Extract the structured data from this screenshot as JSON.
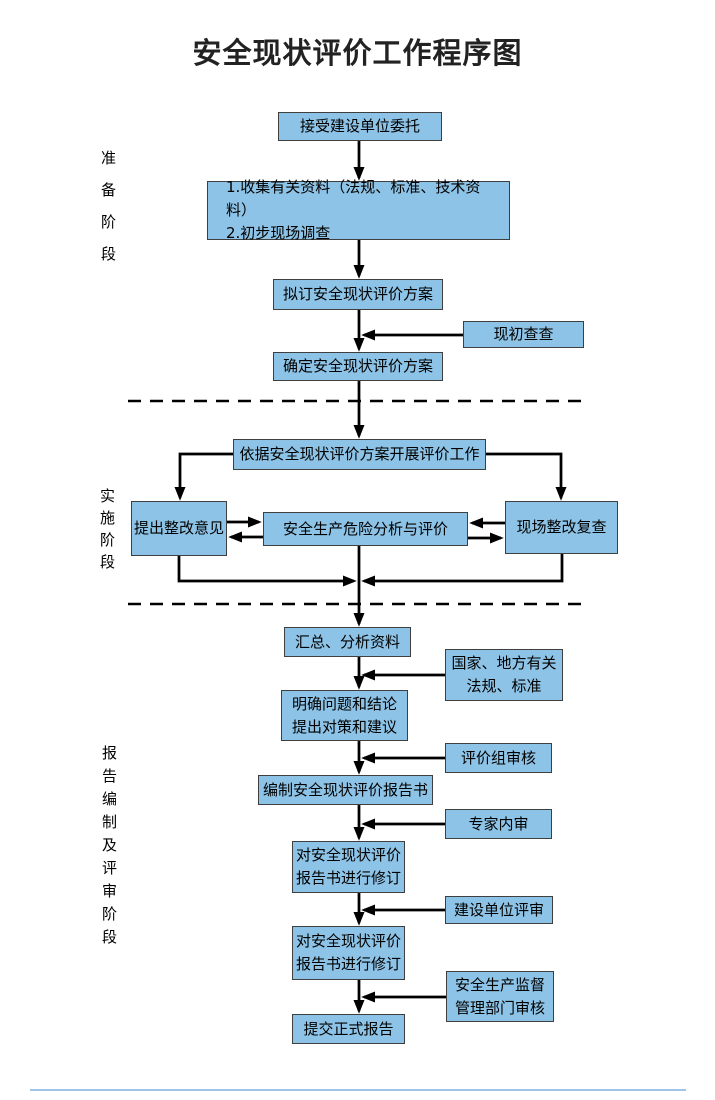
{
  "title": "安全现状评价工作程序图",
  "phases": [
    {
      "label": "准备阶段"
    },
    {
      "label": "实施阶段"
    },
    {
      "label": "报告编制及评审阶段"
    }
  ],
  "nodes": {
    "accept_commission": "接受建设单位委托",
    "collect_data": "1.收集有关资料（法规、标准、技术资料）\n2.初步现场调查",
    "draft_plan": "拟订安全现状评价方案",
    "initial_site_check": "现初查查",
    "confirm_plan": "确定安全现状评价方案",
    "conduct_evaluation": "依据安全现状评价方案开展评价工作",
    "propose_rectification": "提出整改意见",
    "risk_analysis": "安全生产危险分析与评价",
    "site_recheck": "现场整改复查",
    "summarize_data": "汇总、分析资料",
    "laws_standards": "国家、地方有关\n法规、标准",
    "clarify_conclusions": "明确问题和结论\n提出对策和建议",
    "review_team_audit": "评价组审核",
    "compile_report": "编制安全现状评价报告书",
    "expert_internal_audit": "专家内审",
    "revise_report_1": "对安全现状评价\n报告书进行修订",
    "client_review": "建设单位评审",
    "revise_report_2": "对安全现状评价\n报告书进行修订",
    "safety_authority_audit": "安全生产监督\n管理部门审核",
    "submit_final_report": "提交正式报告"
  },
  "colors": {
    "node_fill": "#8DC3E6",
    "node_border": "#3F3F3F",
    "connector": "#000000",
    "bottom_rule": "#9FC5E8",
    "title_text": "#222222"
  }
}
